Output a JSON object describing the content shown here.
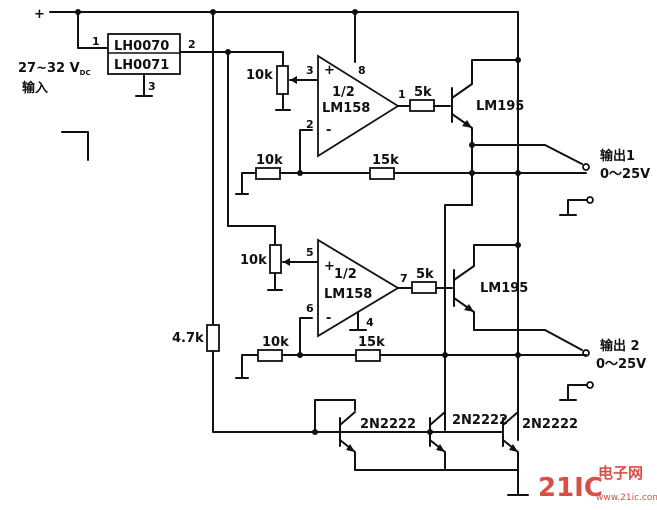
{
  "supply": {
    "plus": "+",
    "input_voltage": "27~32 V",
    "input_voltage_sub": "DC",
    "input_label": "输入"
  },
  "regulator": {
    "name_line1": "LH0070",
    "name_line2": "LH0071",
    "pin1": "1",
    "pin2": "2",
    "pin3": "3"
  },
  "opamp_top": {
    "half": "1/2",
    "name": "LM158",
    "pin_plus": "3",
    "pin_minus": "2",
    "pin_out": "1",
    "pin_vcc": "8",
    "plus_sign": "+",
    "minus_sign": "-"
  },
  "opamp_bottom": {
    "half": "1/2",
    "name": "LM158",
    "pin_plus": "5",
    "pin_minus": "6",
    "pin_out": "7",
    "pin_gnd": "4",
    "plus_sign": "+",
    "minus_sign": "-"
  },
  "resistors": {
    "pot_top": "10k",
    "pot_bottom": "10k",
    "r_top_out": "5k",
    "r_bottom_out": "5k",
    "r_top_fb_left": "10k",
    "r_top_fb_right": "15k",
    "r_bottom_fb_left": "10k",
    "r_bottom_fb_right": "15k",
    "r_bias": "4.7k"
  },
  "transistors": {
    "power_top": "LM195",
    "power_bottom": "LM195",
    "mirror_1": "2N2222",
    "mirror_2": "2N2222",
    "mirror_3": "2N2222"
  },
  "outputs": {
    "out1_label": "输出1",
    "out1_range": "0～25V",
    "out2_label": "输出 2",
    "out2_range": "0～25V"
  },
  "watermark": {
    "logo": "21IC",
    "cn": "电子网",
    "url": "www.21ic.com"
  }
}
